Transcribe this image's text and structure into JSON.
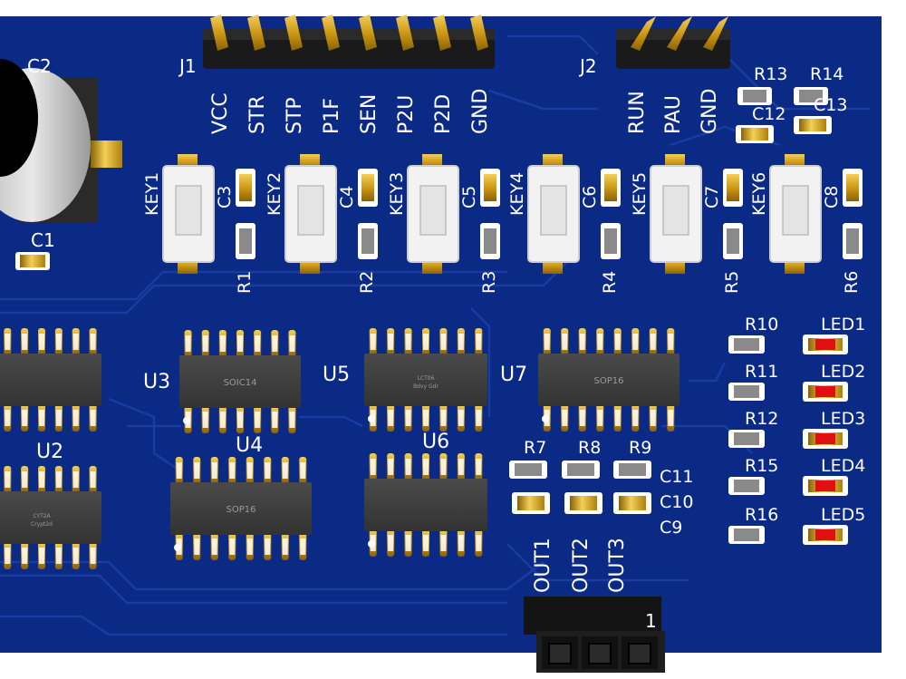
{
  "board": {
    "colors": {
      "substrate": "#0b2a86",
      "trace": "#15379a",
      "silkscreen": "#ffffff",
      "pad_gold": "#d9a520",
      "chip_body": "#3f3f3f",
      "led_red": "#e01010"
    },
    "headers": {
      "j1": {
        "ref": "J1",
        "pins": [
          "VCC",
          "STR",
          "STP",
          "P1F",
          "SEN",
          "P2U",
          "P2D",
          "GND"
        ]
      },
      "j2": {
        "ref": "J2",
        "pins": [
          "RUN",
          "PAU",
          "GND"
        ]
      },
      "bottom": {
        "ref_fragment": "1",
        "pins": [
          "OUT1",
          "OUT2",
          "OUT3"
        ]
      }
    },
    "electrolytic_cap": {
      "ref": "C2"
    },
    "keys": [
      {
        "ref": "KEY1",
        "cap": "C3",
        "res": "R1"
      },
      {
        "ref": "KEY2",
        "cap": "C4",
        "res": "R2"
      },
      {
        "ref": "KEY3",
        "cap": "C5",
        "res": "R3"
      },
      {
        "ref": "KEY4",
        "cap": "C6",
        "res": "R4"
      },
      {
        "ref": "KEY5",
        "cap": "C7",
        "res": "R5"
      },
      {
        "ref": "KEY6",
        "cap": "C8",
        "res": "R6"
      }
    ],
    "standalone_refs": {
      "c1": "C1",
      "r13": "R13",
      "r14": "R14",
      "c12": "C12",
      "c13": "C13"
    },
    "ics": [
      {
        "ref": "",
        "marking": ""
      },
      {
        "ref": "U2",
        "marking": "CYT2A\nCrypt2d"
      },
      {
        "ref": "U3",
        "marking": "SOIC14"
      },
      {
        "ref": "U4",
        "marking": "SOP16"
      },
      {
        "ref": "U5",
        "marking": "LCT06\nBdvy Gdr"
      },
      {
        "ref": "U6",
        "marking": ""
      },
      {
        "ref": "U7",
        "marking": "SOP16"
      }
    ],
    "output_section": {
      "resistors": [
        "R7",
        "R8",
        "R9"
      ],
      "caps": [
        "C11",
        "C10",
        "C9"
      ]
    },
    "led_section": [
      {
        "res": "R10",
        "led": "LED1"
      },
      {
        "res": "R11",
        "led": "LED2"
      },
      {
        "res": "R12",
        "led": "LED3"
      },
      {
        "res": "R15",
        "led": "LED4"
      },
      {
        "res": "R16",
        "led": "LED5"
      }
    ]
  }
}
